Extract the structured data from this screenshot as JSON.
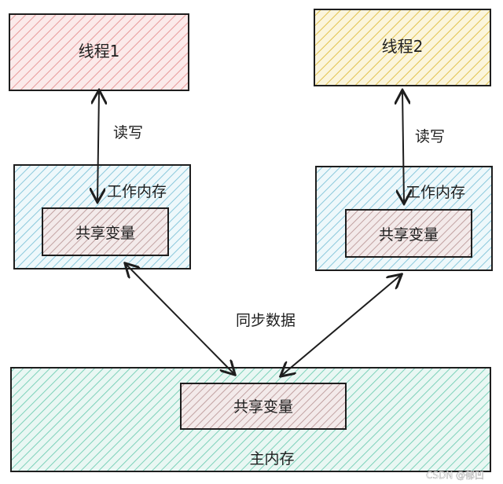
{
  "thread1": {
    "label": "线程1",
    "color": "#f2b8b8"
  },
  "thread2": {
    "label": "线程2",
    "color": "#f2df8c"
  },
  "working_memory_left": {
    "label": "工作内存",
    "color": "#a8d8e6"
  },
  "working_memory_right": {
    "label": "工作内存",
    "color": "#a8d8e6"
  },
  "shared_var_left": {
    "label": "共享变量",
    "color": "#c9a9a9"
  },
  "shared_var_right": {
    "label": "共享变量",
    "color": "#c9a9a9"
  },
  "main_memory": {
    "label": "主内存",
    "color": "#98dcc8"
  },
  "shared_var_main": {
    "label": "共享变量",
    "color": "#c9a9a9"
  },
  "read_write_left": "读写",
  "read_write_right": "读写",
  "sync_label": "同步数据",
  "watermark": "CSDN @郁凹"
}
